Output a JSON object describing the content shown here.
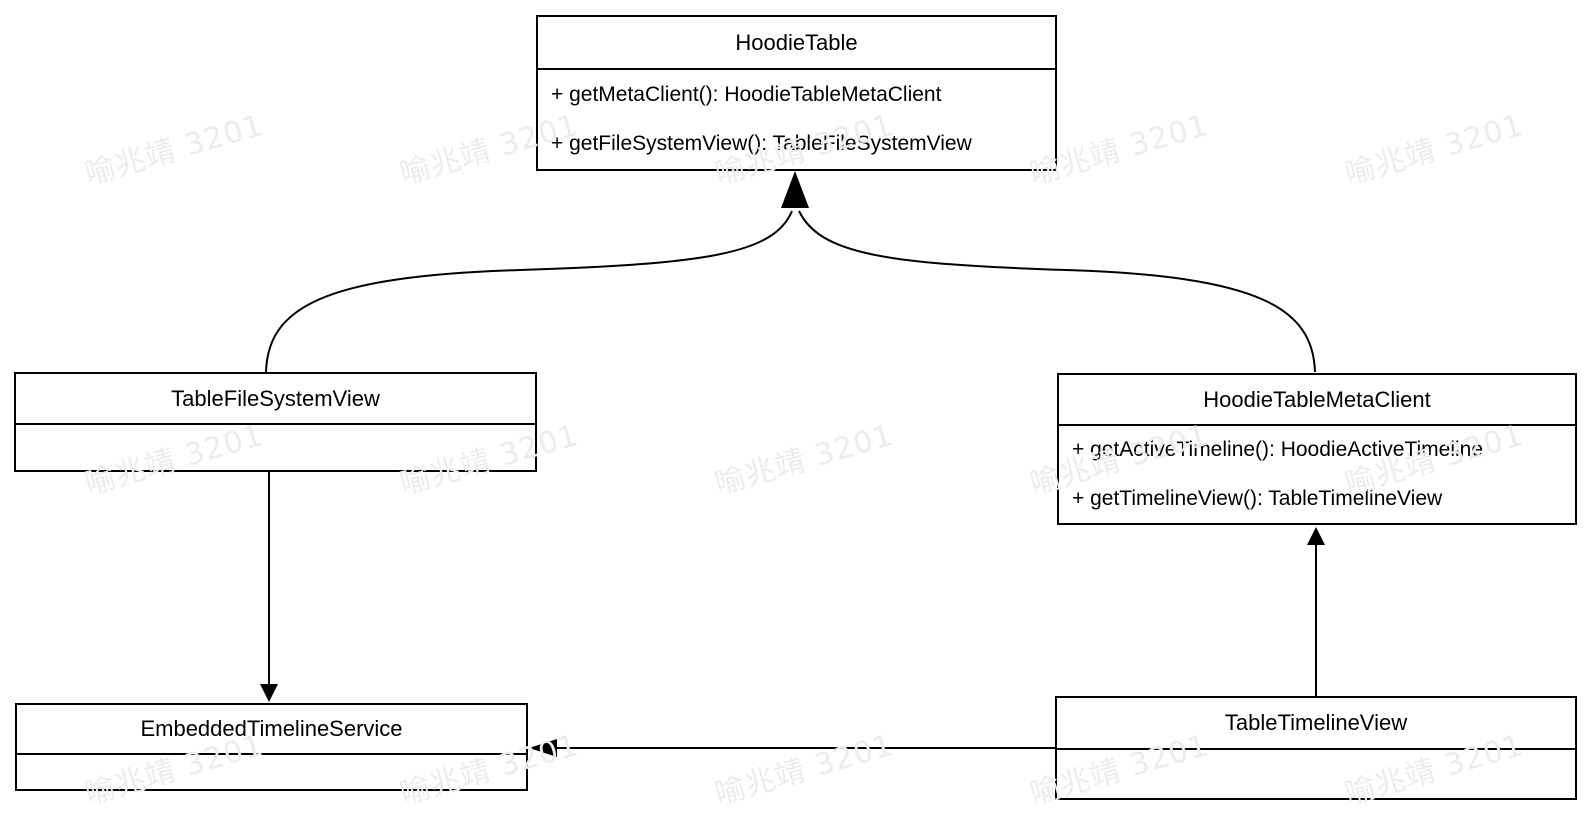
{
  "watermark": {
    "text": "喻兆靖 3201",
    "color": "#ececec"
  },
  "diagram": {
    "type": "uml-class-diagram",
    "colors": {
      "line": "#000000",
      "box_fill": "#ffffff",
      "text": "#000000",
      "background": "#ffffff"
    },
    "classes": [
      {
        "name": "HoodieTable",
        "methods": [
          "+ getMetaClient(): HoodieTableMetaClient",
          "+ getFileSystemView(): TableFileSystemView"
        ]
      },
      {
        "name": "TableFileSystemView",
        "methods": []
      },
      {
        "name": "HoodieTableMetaClient",
        "methods": [
          "+ getActiveTimeline(): HoodieActiveTimeline",
          "+ getTimelineView(): TableTimelineView"
        ]
      },
      {
        "name": "EmbeddedTimelineService",
        "methods": []
      },
      {
        "name": "TableTimelineView",
        "methods": []
      }
    ],
    "relations": [
      {
        "from": "TableFileSystemView",
        "to": "HoodieTable",
        "arrow": "solid-triangle",
        "shape": "curved"
      },
      {
        "from": "HoodieTableMetaClient",
        "to": "HoodieTable",
        "arrow": "solid-triangle",
        "shape": "curved"
      },
      {
        "from": "TableFileSystemView",
        "to": "EmbeddedTimelineService",
        "arrow": "solid-triangle",
        "shape": "straight-vertical"
      },
      {
        "from": "TableTimelineView",
        "to": "HoodieTableMetaClient",
        "arrow": "solid-triangle",
        "shape": "straight-vertical"
      },
      {
        "from": "TableTimelineView",
        "to": "EmbeddedTimelineService",
        "arrow": "solid-triangle",
        "shape": "straight-horizontal"
      }
    ]
  }
}
